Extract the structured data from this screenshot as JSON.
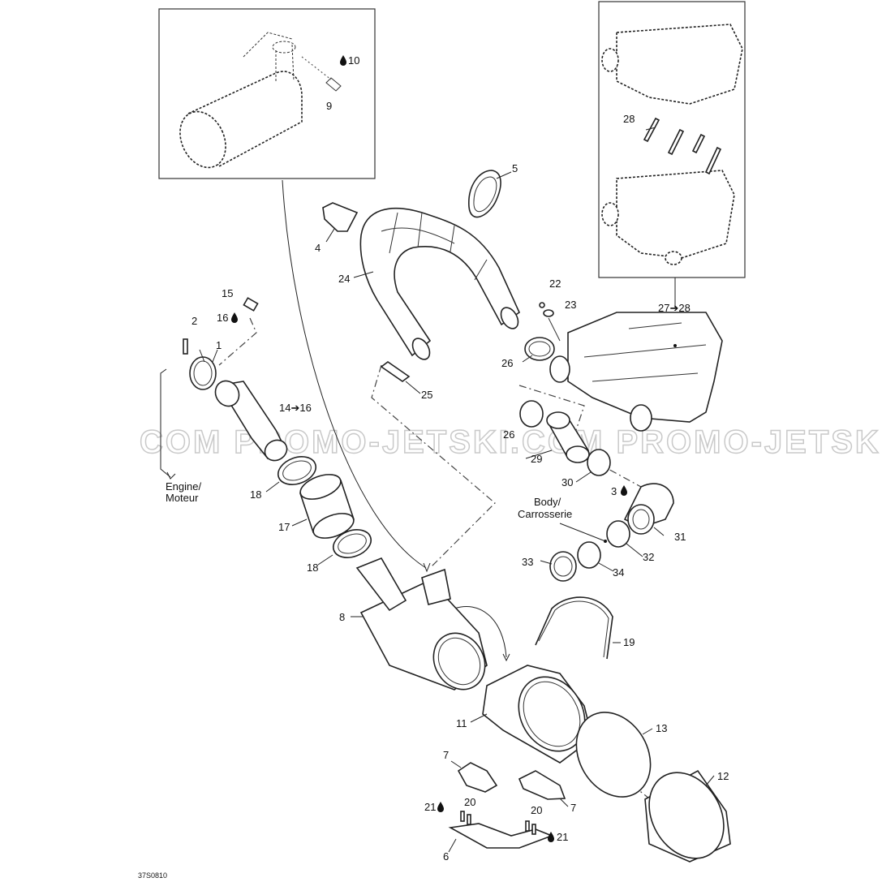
{
  "watermark": "COM  PROMO-JETSKI.COM  PROMO-JETSKI",
  "reference_code": "37S0810",
  "labels": {
    "p1": "1",
    "p2": "2",
    "p3": "3",
    "p4": "4",
    "p5": "5",
    "p6": "6",
    "p7a": "7",
    "p7b": "7",
    "p8": "8",
    "p9": "9",
    "p10": "10",
    "p11": "11",
    "p12": "12",
    "p13": "13",
    "p14": "14➔16",
    "p15": "15",
    "p16": "16",
    "p17": "17",
    "p18a": "18",
    "p18b": "18",
    "p19": "19",
    "p20a": "20",
    "p20b": "20",
    "p21a": "21",
    "p21b": "21",
    "p22": "22",
    "p23": "23",
    "p24": "24",
    "p25": "25",
    "p26a": "26",
    "p26b": "26",
    "p27": "27➔28",
    "p28": "28",
    "p29": "29",
    "p30": "30",
    "p31": "31",
    "p32": "32",
    "p33": "33",
    "p34": "34"
  },
  "callouts": {
    "engine_line1": "Engine/",
    "engine_line2": "Moteur",
    "body_line1": "Body/",
    "body_line2": "Carrosserie"
  },
  "icons": {
    "sealant": "drop-icon",
    "direction": "arrow-icon"
  }
}
